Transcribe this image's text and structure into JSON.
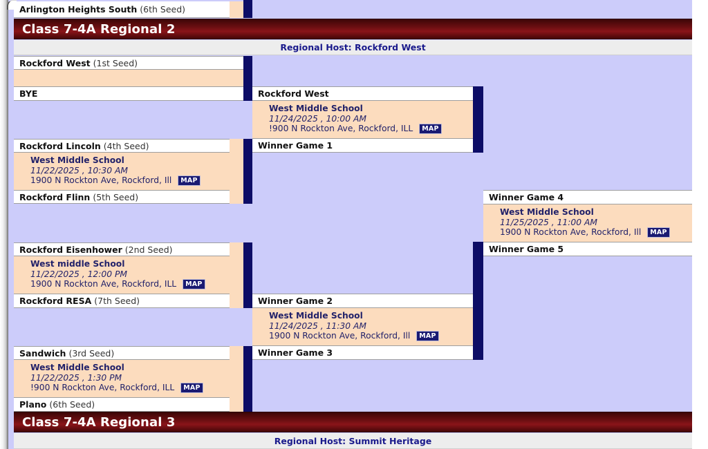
{
  "venue_common": {
    "name_caps": "West Middle School",
    "name_lower": "West middle School",
    "addr_ill": "1900 N Rockton Ave, Rockford, ILL",
    "addr_ill_typo": "!900 N Rockton Ave, Rockford, ILL",
    "addr_il": "1900 N Rockton Ave, Rockford, Ill",
    "map_label": "MAP"
  },
  "top_partial_row": {
    "team": "Arlington Heights South",
    "seed": "(6th Seed)"
  },
  "section": {
    "title": "Class 7-4A Regional 2",
    "host": "Regional Host: Rockford West"
  },
  "next_section": {
    "title": "Class 7-4A Regional 3",
    "host": "Regional Host: Summit Heritage"
  },
  "round1": [
    {
      "top": {
        "team": "Rockford West",
        "seed": "(1st Seed)"
      },
      "game": null,
      "bottom": {
        "team": "BYE",
        "seed": ""
      }
    },
    {
      "top": {
        "team": "Rockford Lincoln",
        "seed": "(4th Seed)"
      },
      "game": {
        "venue": "West Middle School",
        "when": "11/22/2025 , 10:30 AM",
        "where": "1900 N Rockton Ave, Rockford, Ill",
        "map": "MAP"
      },
      "bottom": {
        "team": "Rockford Flinn",
        "seed": "(5th Seed)"
      }
    },
    {
      "top": {
        "team": "Rockford Eisenhower",
        "seed": "(2nd Seed)"
      },
      "game": {
        "venue": "West middle School",
        "when": "11/22/2025 , 12:00 PM",
        "where": "1900 N Rockton Ave, Rockford, ILL",
        "map": "MAP"
      },
      "bottom": {
        "team": "Rockford RESA",
        "seed": "(7th Seed)"
      }
    },
    {
      "top": {
        "team": "Sandwich",
        "seed": "(3rd Seed)"
      },
      "game": {
        "venue": "West Middle School",
        "when": "11/22/2025 , 1:30 PM",
        "where": "!900 N Rockton Ave, Rockford, ILL",
        "map": "MAP"
      },
      "bottom": {
        "team": "Plano",
        "seed": "(6th Seed)"
      }
    }
  ],
  "round2": [
    {
      "top": {
        "team": "Rockford West",
        "seed": ""
      },
      "game": {
        "venue": "West Middle School",
        "when": "11/24/2025 , 10:00 AM",
        "where": "!900 N Rockton Ave, Rockford, ILL",
        "map": "MAP"
      },
      "bottom": {
        "team": "Winner Game 1",
        "seed": ""
      }
    },
    {
      "top": {
        "team": "Winner Game 2",
        "seed": ""
      },
      "game": {
        "venue": "West Middle School",
        "when": "11/24/2025 , 11:30 AM",
        "where": "1900 N Rockton Ave, Rockford, Ill",
        "map": "MAP"
      },
      "bottom": {
        "team": "Winner Game 3",
        "seed": ""
      }
    }
  ],
  "round3": [
    {
      "top": {
        "team": "Winner Game 4",
        "seed": ""
      },
      "game": {
        "venue": "West Middle School",
        "when": "11/25/2025 , 11:00 AM",
        "where": "1900 N Rockton Ave, Rockford, Ill",
        "map": "MAP"
      },
      "bottom": {
        "team": "Winner Game 5",
        "seed": ""
      }
    }
  ],
  "colors": {
    "background_lavender": "#ccccfa",
    "game_peach": "#fcdcbe",
    "connector_navy": "#0d0d66",
    "title_maroon": "#6d0f12",
    "host_text_blue": "#1a1a8c"
  }
}
